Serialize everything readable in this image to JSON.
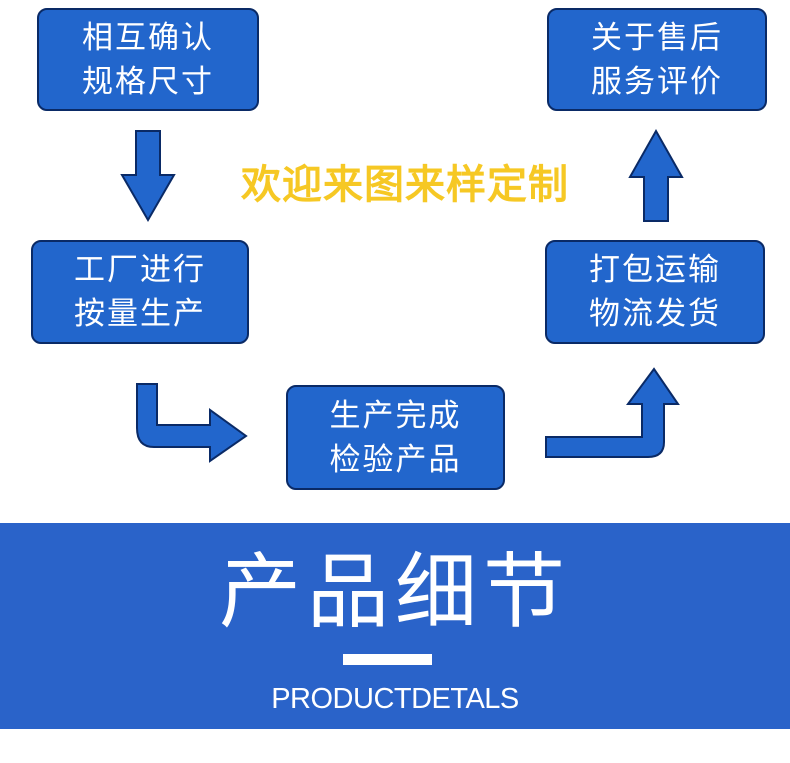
{
  "flow": {
    "headline": "欢迎来图来样定制",
    "steps": [
      {
        "line1": "相互确认",
        "line2": "规格尺寸"
      },
      {
        "line1": "关于售后",
        "line2": "服务评价"
      },
      {
        "line1": "工厂进行",
        "line2": "按量生产"
      },
      {
        "line1": "打包运输",
        "line2": "物流发货"
      },
      {
        "line1": "生产完成",
        "line2": "检验产品"
      }
    ]
  },
  "banner": {
    "title": "产品细节",
    "subtitle": "PRODUCTDETALS"
  },
  "colors": {
    "box_fill": "#2266cc",
    "box_border": "#0a2a66",
    "headline": "#f6c824",
    "banner": "#2a63c9"
  }
}
